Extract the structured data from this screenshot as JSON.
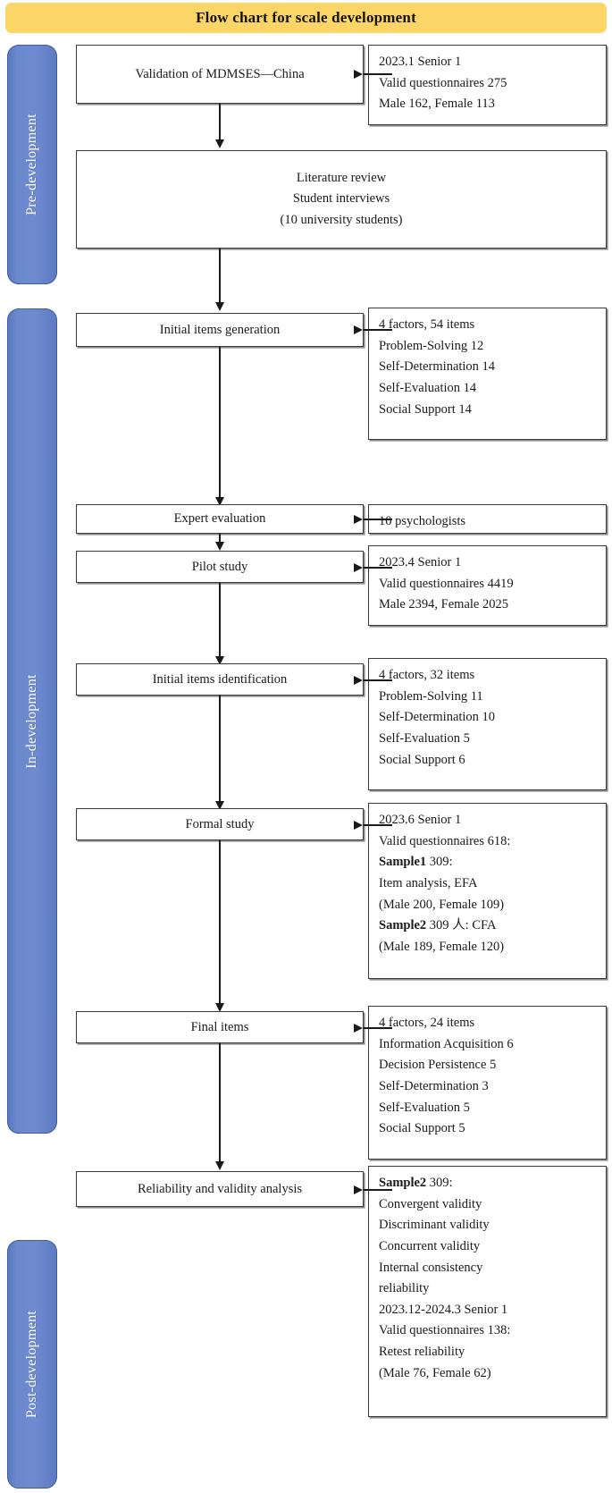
{
  "title": "Flow chart for scale development",
  "accent_colors": {
    "banner": "#FBD566",
    "stage_bar": "#6b88cd",
    "box_border": "#3a3a3a",
    "connector": "#1a1a1a",
    "page_background": "#ffffff"
  },
  "stages": [
    {
      "id": "pre",
      "label": "Pre-development"
    },
    {
      "id": "in",
      "label": "In-development"
    },
    {
      "id": "post",
      "label": "Post-development"
    }
  ],
  "steps": [
    {
      "id": "validation",
      "label": "Validation of MDMSES—China"
    },
    {
      "id": "literature",
      "lines": [
        "Literature review",
        "Student interviews",
        "(10 university students)"
      ]
    },
    {
      "id": "initial_gen",
      "label": "Initial items generation"
    },
    {
      "id": "expert_eval",
      "label": "Expert evaluation"
    },
    {
      "id": "pilot_study",
      "label": "Pilot study"
    },
    {
      "id": "initial_ident",
      "label": "Initial items identification"
    },
    {
      "id": "formal_study",
      "label": "Formal study"
    },
    {
      "id": "final_items",
      "label": "Final items"
    },
    {
      "id": "reliability",
      "label": "Reliability and validity analysis"
    }
  ],
  "notes": {
    "validation": [
      {
        "text": "2023.1 Senior 1"
      },
      {
        "text": "Valid questionnaires 275"
      },
      {
        "text": "Male 162, Female 113"
      }
    ],
    "initial_gen": [
      {
        "text": "4 factors, 54 items"
      },
      {
        "text": "Problem-Solving 12"
      },
      {
        "text": "Self-Determination 14"
      },
      {
        "text": "Self-Evaluation 14"
      },
      {
        "text": "Social Support 14"
      }
    ],
    "expert_eval": [
      {
        "text": "10 psychologists"
      }
    ],
    "pilot_study": [
      {
        "text": "2023.4 Senior 1"
      },
      {
        "text": "Valid questionnaires 4419"
      },
      {
        "text": "Male 2394, Female 2025"
      }
    ],
    "initial_ident": [
      {
        "text": "4 factors, 32 items"
      },
      {
        "text": "Problem-Solving 11"
      },
      {
        "text": "Self-Determination 10"
      },
      {
        "text": "Self-Evaluation 5"
      },
      {
        "text": "Social Support 6"
      }
    ],
    "formal_study": [
      {
        "text": "2023.6 Senior 1"
      },
      {
        "text": "Valid questionnaires 618:"
      },
      {
        "bold": "Sample1",
        "text": " 309:"
      },
      {
        "text": "Item analysis, EFA"
      },
      {
        "text": "(Male 200, Female 109)"
      },
      {
        "bold": "Sample2",
        "text": " 309 人: CFA"
      },
      {
        "text": "(Male 189, Female 120)"
      }
    ],
    "final_items": [
      {
        "text": "4 factors, 24 items"
      },
      {
        "text": "Information Acquisition 6"
      },
      {
        "text": "Decision Persistence 5"
      },
      {
        "text": "Self-Determination 3"
      },
      {
        "text": "Self-Evaluation 5"
      },
      {
        "text": "Social Support 5"
      }
    ],
    "reliability": [
      {
        "bold": "Sample2",
        "text": " 309:"
      },
      {
        "text": "Convergent validity"
      },
      {
        "text": "Discriminant validity"
      },
      {
        "text": "Concurrent validity"
      },
      {
        "text": "Internal consistency"
      },
      {
        "text": "reliability"
      },
      {
        "text": "2023.12-2024.3 Senior 1"
      },
      {
        "text": "Valid questionnaires 138:"
      },
      {
        "text": "Retest reliability"
      },
      {
        "text": "(Male 76, Female 62)"
      }
    ]
  },
  "chart_data": {
    "type": "table",
    "title": "Flow chart for scale development",
    "nodes": [
      {
        "stage": "Pre-development",
        "step": "Validation of MDMSES—China",
        "detail": "2023.1 Senior 1 / Valid questionnaires 275 / Male 162, Female 113"
      },
      {
        "stage": "Pre-development",
        "step": "Literature review; Student interviews (10 university students)",
        "detail": ""
      },
      {
        "stage": "In-development",
        "step": "Initial items generation",
        "detail": "4 factors, 54 items / Problem-Solving 12 / Self-Determination 14 / Self-Evaluation 14 / Social Support 14"
      },
      {
        "stage": "In-development",
        "step": "Expert evaluation",
        "detail": "10 psychologists"
      },
      {
        "stage": "In-development",
        "step": "Pilot study",
        "detail": "2023.4 Senior 1 / Valid questionnaires 4419 / Male 2394, Female 2025"
      },
      {
        "stage": "In-development",
        "step": "Initial items identification",
        "detail": "4 factors, 32 items / Problem-Solving 11 / Self-Determination 10 / Self-Evaluation 5 / Social Support 6"
      },
      {
        "stage": "In-development",
        "step": "Formal study",
        "detail": "2023.6 Senior 1 / Valid questionnaires 618: / Sample1 309: Item analysis, EFA (Male 200, Female 109) / Sample2 309 人: CFA (Male 189, Female 120)"
      },
      {
        "stage": "In-development",
        "step": "Final items",
        "detail": "4 factors, 24 items / Information Acquisition 6 / Decision Persistence 5 / Self-Determination 3 / Self-Evaluation 5 / Social Support 5"
      },
      {
        "stage": "Post-development",
        "step": "Reliability and validity analysis",
        "detail": "Sample2 309: Convergent validity / Discriminant validity / Concurrent validity / Internal consistency reliability / 2023.12-2024.3 Senior 1 / Valid questionnaires 138: Retest reliability (Male 76, Female 62)"
      }
    ]
  }
}
